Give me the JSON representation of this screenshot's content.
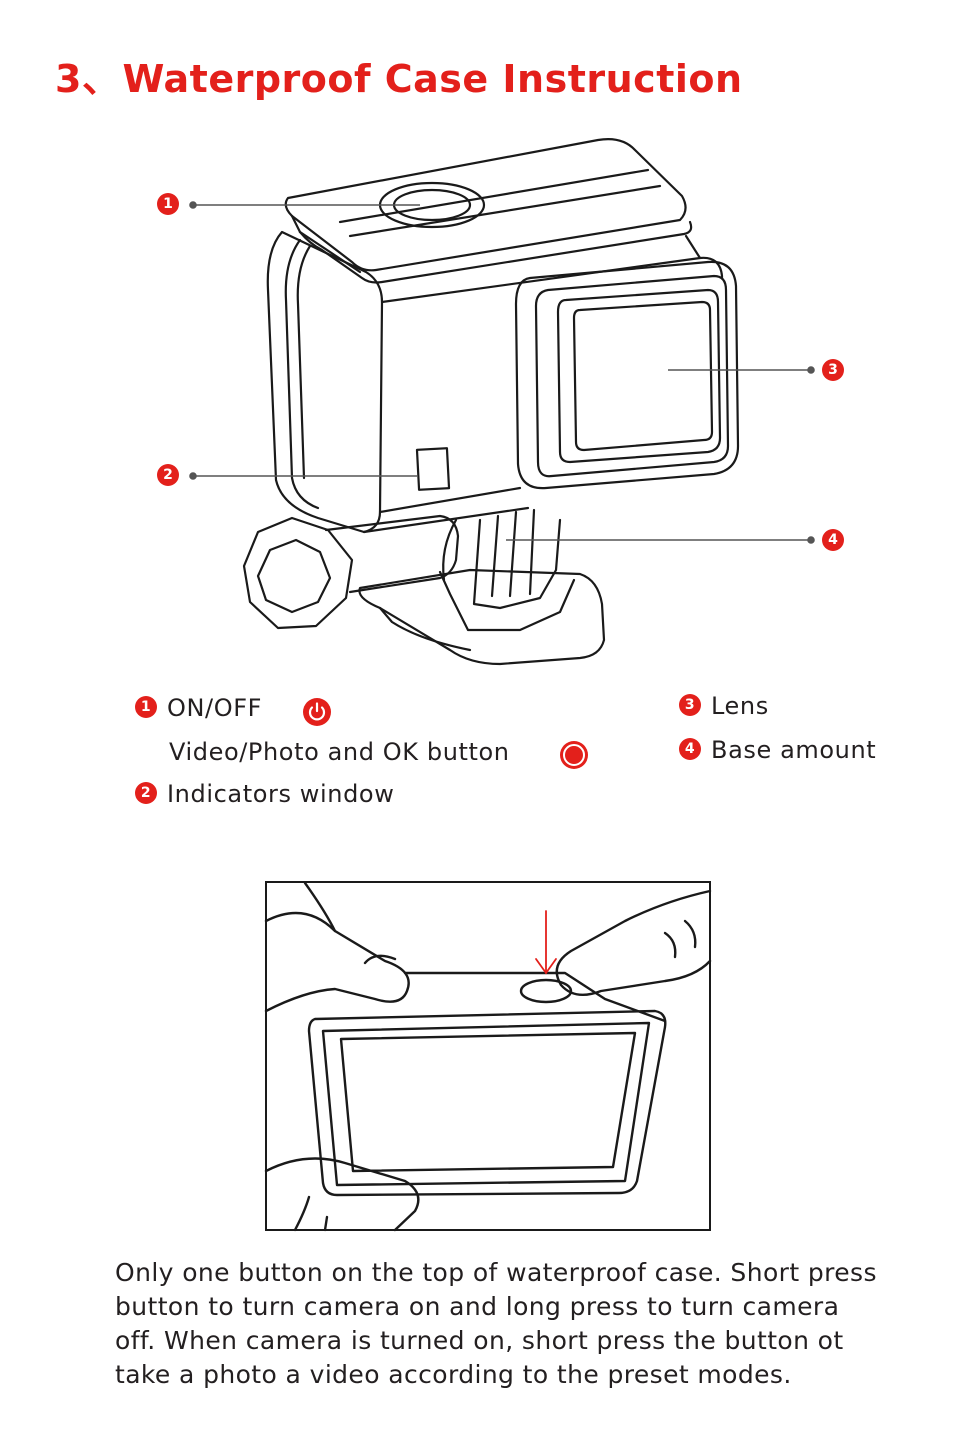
{
  "header": {
    "number": "3、",
    "title": "Waterproof Case Instruction"
  },
  "callouts": [
    "1",
    "2",
    "3",
    "4"
  ],
  "legend": {
    "item1_label": "ON/OFF",
    "item1_sub": "Video/Photo and OK button",
    "item2_label": "Indicators window",
    "item3_label": "Lens",
    "item4_label": "Base amount"
  },
  "icons": {
    "power": "power-icon",
    "record": "record-icon"
  },
  "colors": {
    "accent": "#e3201b",
    "text": "#231f20",
    "line": "#555555"
  },
  "paragraph": [
    "Only one button on the top of waterproof case. Short press",
    "button to turn camera on and long press to turn camera",
    "off. When camera is turned on, short press the button ot",
    "take a photo a video according to the preset modes."
  ]
}
